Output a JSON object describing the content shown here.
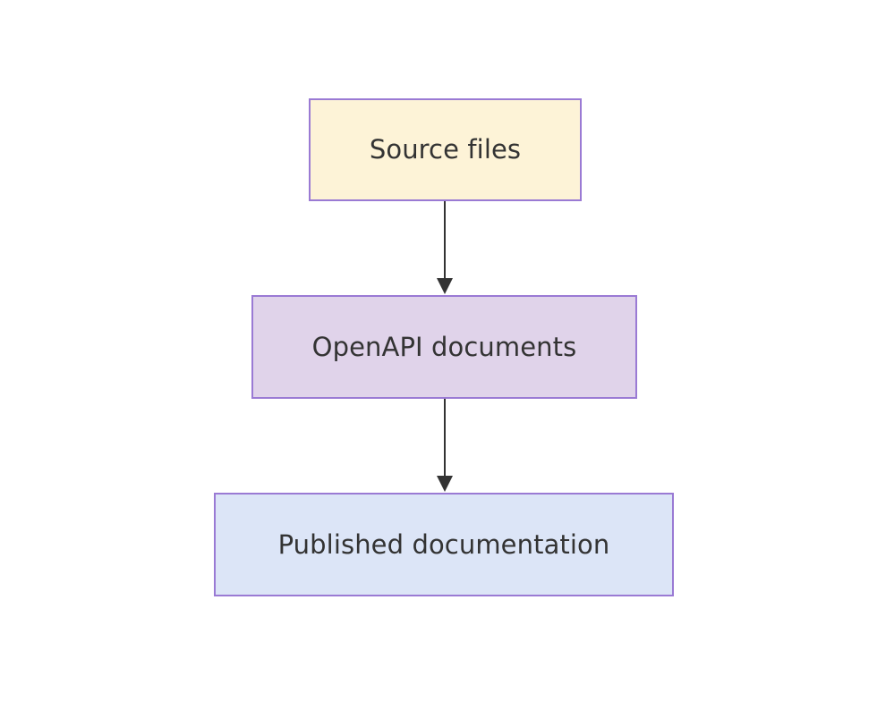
{
  "diagram": {
    "type": "flowchart",
    "direction": "top-to-bottom",
    "background_color": "#ffffff",
    "node_border_color": "#9a7ad4",
    "edge_color": "#333333",
    "text_color": "#333333",
    "nodes": [
      {
        "id": "source-files",
        "label": "Source files",
        "fill_color": "#fdf3d7"
      },
      {
        "id": "openapi-documents",
        "label": "OpenAPI documents",
        "fill_color": "#e0d3ea"
      },
      {
        "id": "published-documentation",
        "label": "Published documentation",
        "fill_color": "#dce5f7"
      }
    ],
    "edges": [
      {
        "id": "edge-1",
        "from": "source-files",
        "to": "openapi-documents",
        "arrow": "arrow-down-icon"
      },
      {
        "id": "edge-2",
        "from": "openapi-documents",
        "to": "published-documentation",
        "arrow": "arrow-down-icon"
      }
    ]
  }
}
